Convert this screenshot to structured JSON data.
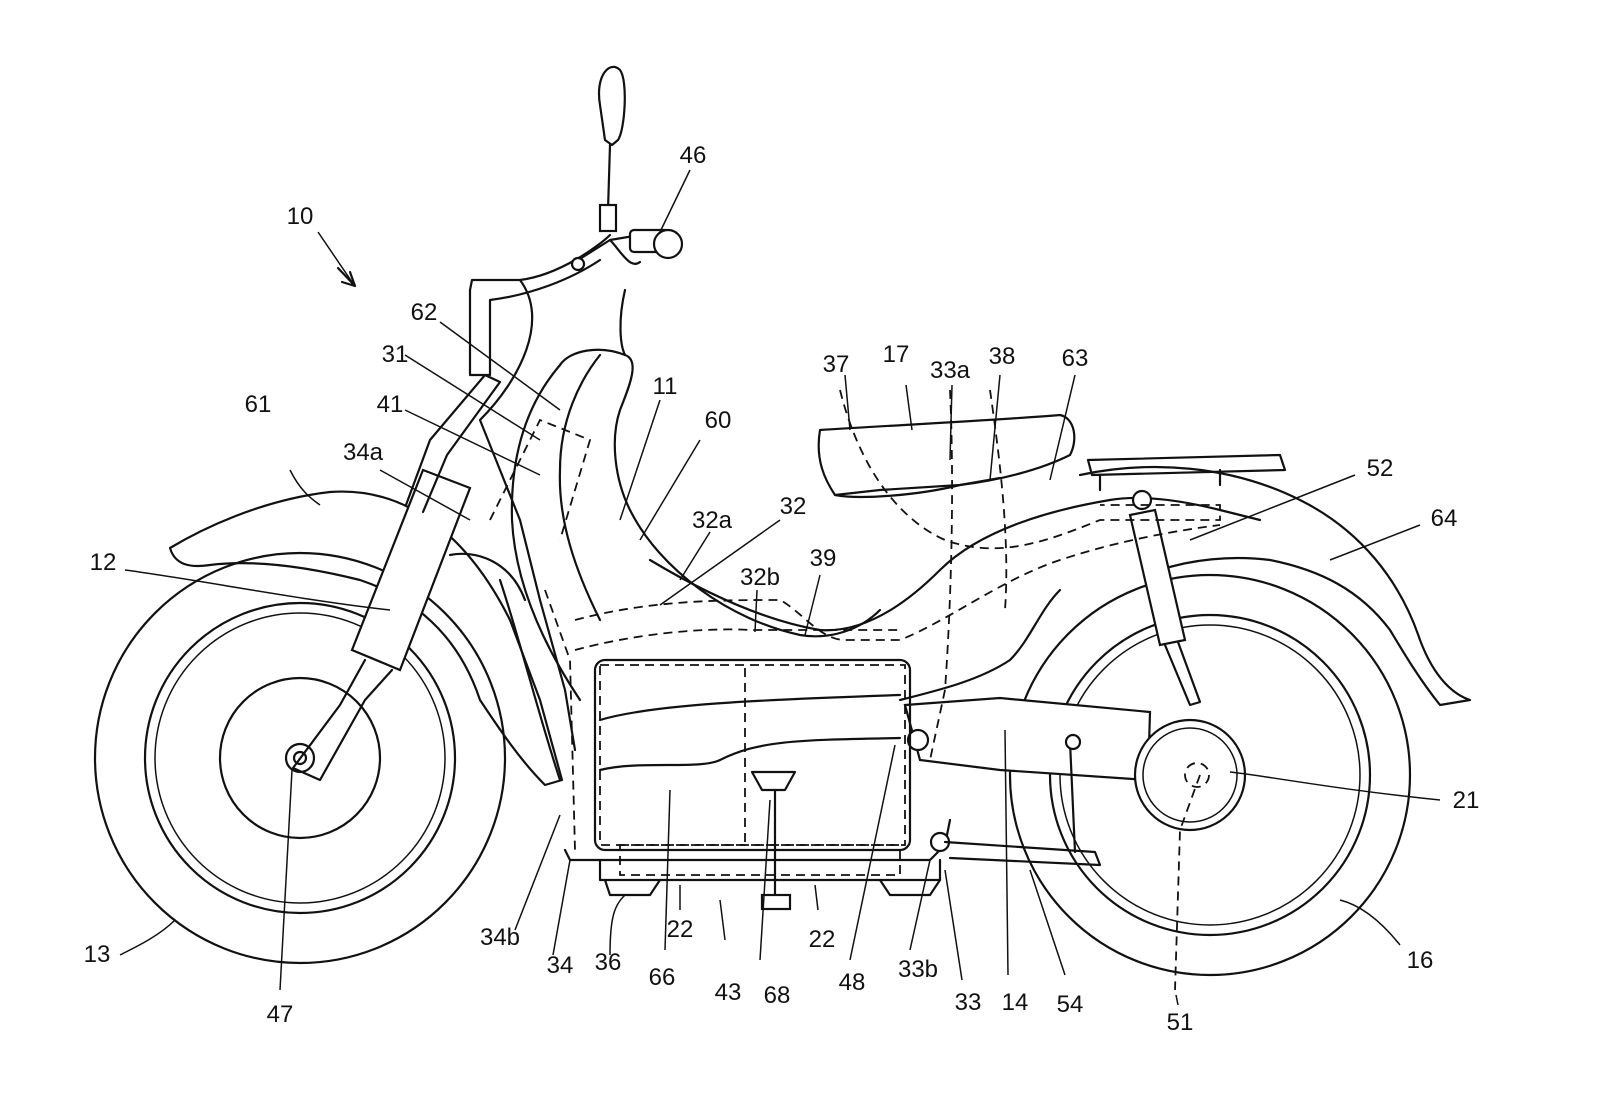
{
  "figure": {
    "labels": [
      "10",
      "46",
      "62",
      "31",
      "41",
      "61",
      "34a",
      "11",
      "60",
      "12",
      "37",
      "17",
      "33a",
      "38",
      "63",
      "32a",
      "32",
      "52",
      "39",
      "32b",
      "64",
      "21",
      "13",
      "34b",
      "34",
      "36",
      "66",
      "22",
      "43",
      "68",
      "22",
      "48",
      "33b",
      "33",
      "14",
      "54",
      "16",
      "47",
      "51"
    ]
  },
  "colors": {
    "line": "#111111",
    "background": "#ffffff"
  }
}
